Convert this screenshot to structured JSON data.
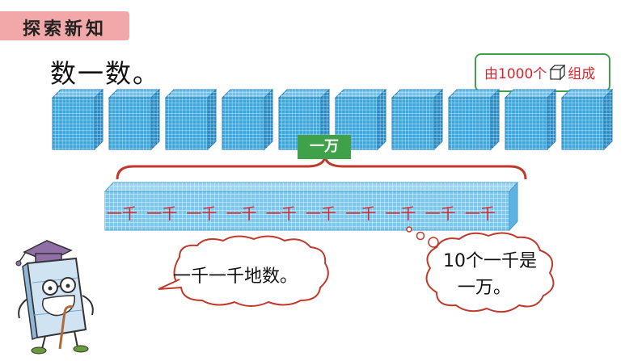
{
  "header": {
    "section_label": "探索新知",
    "title": "数一数。"
  },
  "callout_top": {
    "prefix": "由1000个",
    "suffix": "组成",
    "icon": "cube-icon"
  },
  "brace_label": "一万",
  "thousands": {
    "count": 10,
    "item_label": "一千"
  },
  "speech": {
    "counting": "一千一千地数。",
    "conclusion_line1": "10个一千是",
    "conclusion_line2": "一万。"
  },
  "colors": {
    "section_tag": "#f2a8a8",
    "cube_fill": "#3ba7dc",
    "strip_fill": "#7cc8ec",
    "green": "#3fa24a",
    "red_text": "#d9262f",
    "brace": "#c0392b",
    "bubble_border": "#c0392b"
  }
}
